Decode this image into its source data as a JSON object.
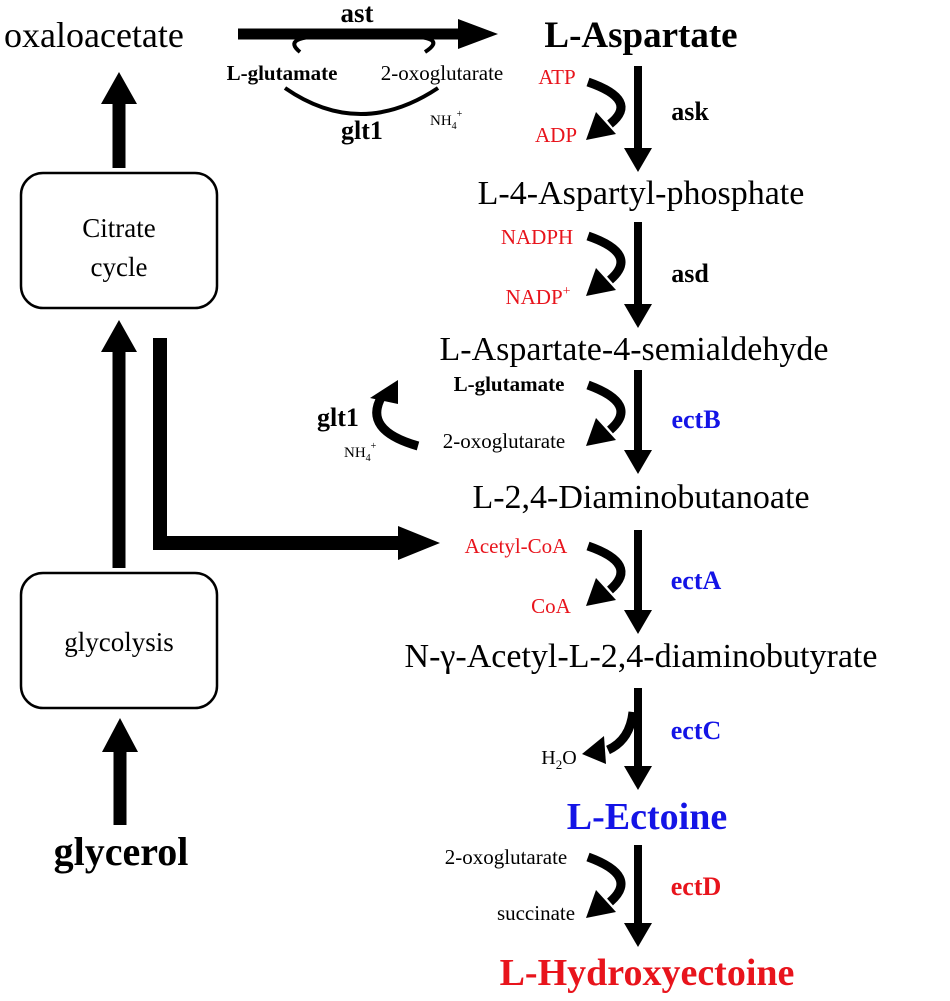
{
  "colors": {
    "black": "#000000",
    "red": "#e8141c",
    "blue": "#1414e6"
  },
  "left": {
    "oxaloacetate": "oxaloacetate",
    "citrate_line1": "Citrate",
    "citrate_line2": "cycle",
    "glycolysis": "glycolysis",
    "glycerol": "glycerol"
  },
  "top_step": {
    "enzyme": "ast",
    "donor": "L-glutamate",
    "product": "2-oxoglutarate",
    "recycle_enzyme": "glt1",
    "nh4": "NH",
    "nh4_sub": "4",
    "nh4_sup": "+"
  },
  "compounds": {
    "aspartate": "L-Aspartate",
    "aspartyl_phosphate": "L-4-Aspartyl-phosphate",
    "semialdehyde": "L-Aspartate-4-semialdehyde",
    "diaminobutanoate": "L-2,4-Diaminobutanoate",
    "acetyl_dab": "N-γ-Acetyl-L-2,4-diaminobutyrate",
    "ectoine": "L-Ectoine",
    "hydroxyectoine": "L-Hydroxyectoine"
  },
  "steps": {
    "ask": {
      "enzyme": "ask",
      "in": "ATP",
      "out": "ADP"
    },
    "asd": {
      "enzyme": "asd",
      "in": "NADPH",
      "out": "NADP",
      "out_sup": "+"
    },
    "ectB": {
      "enzyme": "ectB",
      "in": "L-glutamate",
      "out": "2-oxoglutarate",
      "recycle_enzyme": "glt1",
      "nh4": "NH",
      "nh4_sub": "4",
      "nh4_sup": "+"
    },
    "ectA": {
      "enzyme": "ectA",
      "in": "Acetyl-CoA",
      "out": "CoA"
    },
    "ectC": {
      "enzyme": "ectC",
      "out": "H",
      "out_sub": "2",
      "out_tail": "O"
    },
    "ectD": {
      "enzyme": "ectD",
      "in": "2-oxoglutarate",
      "out": "succinate"
    }
  }
}
